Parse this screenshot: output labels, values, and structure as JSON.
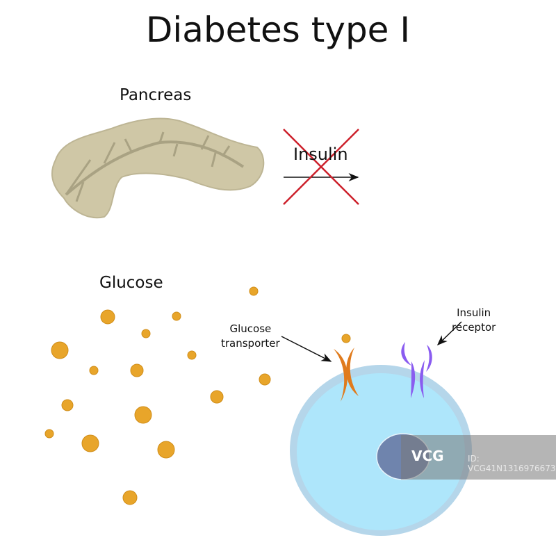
{
  "title": "Diabetes type I",
  "labels": {
    "pancreas": "Pancreas",
    "insulin": "Insulin",
    "glucose": "Glucose",
    "glucose_transporter": [
      "Glucose",
      "transporter"
    ],
    "insulin_receptor": [
      "Insulin",
      "receptor"
    ]
  },
  "watermark": {
    "logo": "VCG",
    "id": "ID: VCG41N1316976673"
  },
  "colors": {
    "pancreas": "#cfc7a6",
    "duct": "#a9a283",
    "cross": "#cc1f2a",
    "glucose": "#e8a52a",
    "cell_membrane": "#b5d6ea",
    "cytoplasm": "#aee6fb",
    "nucleus": "#6f84ad",
    "transporter": "#e07b1d",
    "receptor": "#8a5cf0"
  }
}
